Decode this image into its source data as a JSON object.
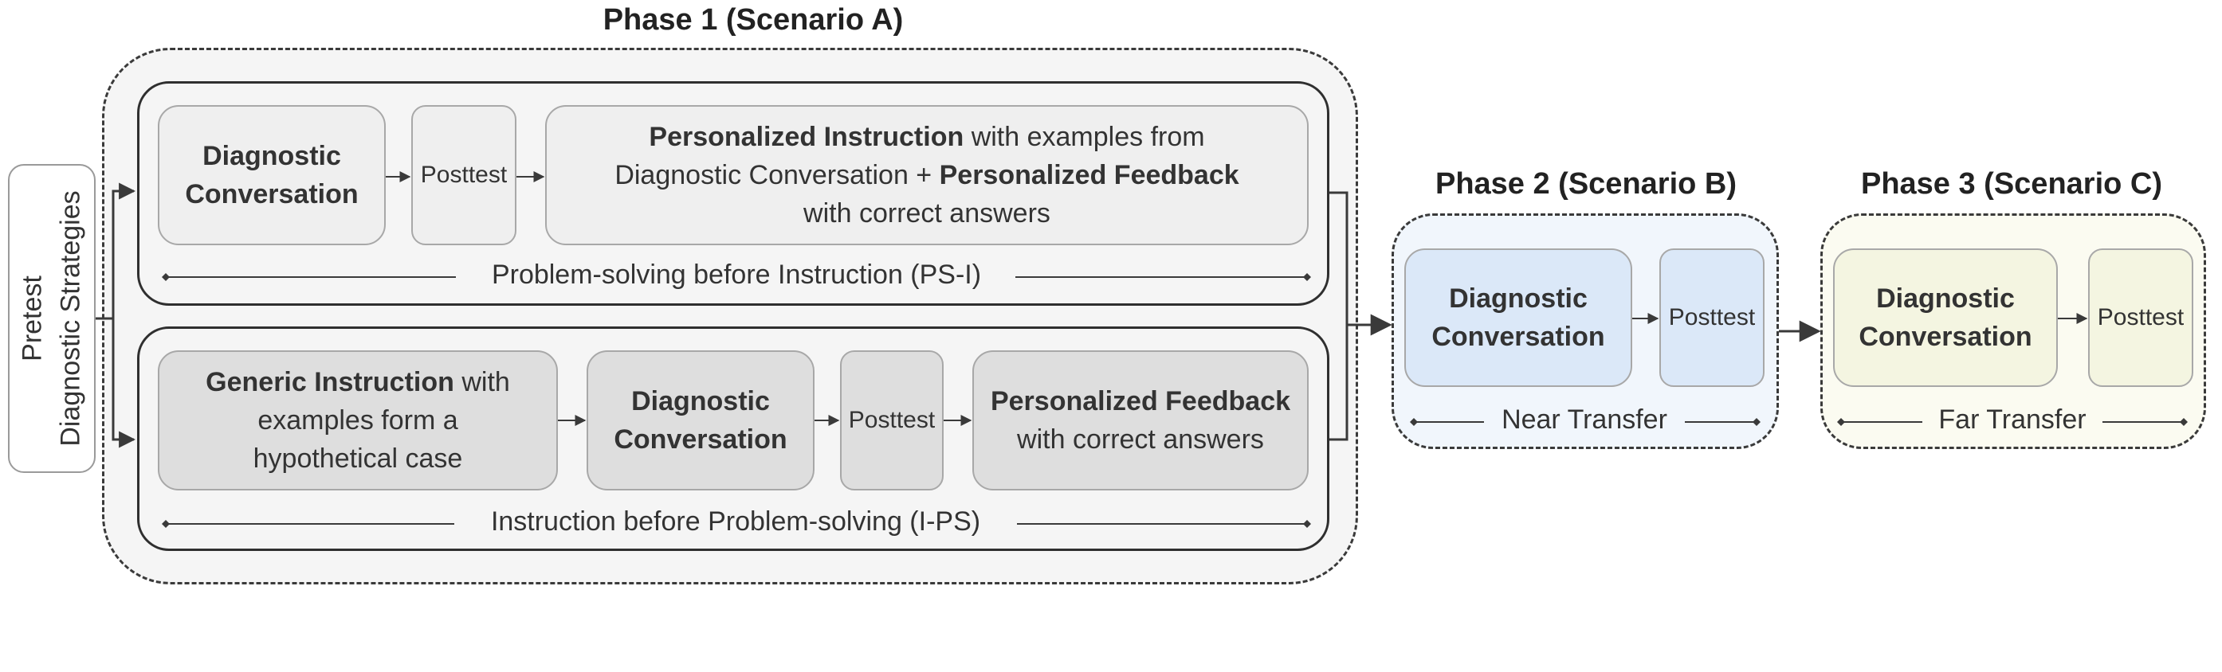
{
  "pretest": {
    "line1": "Pretest",
    "line2": "Diagnostic Strategies"
  },
  "phase1": {
    "title": "Phase 1 (Scenario A)",
    "psi": {
      "diag_line1": "Diagnostic",
      "diag_line2": "Conversation",
      "posttest": "Posttest",
      "instr_bold1": "Personalized Instruction",
      "instr_text1": " with examples from",
      "instr_text2": "Diagnostic Conversation + ",
      "instr_bold2": "Personalized Feedback",
      "instr_text3": "with correct answers",
      "label": "Problem-solving before Instruction (PS-I)"
    },
    "ips": {
      "generic_bold": "Generic Instruction",
      "generic_text1": " with",
      "generic_text2": "examples form a",
      "generic_text3": "hypothetical case",
      "diag_line1": "Diagnostic",
      "diag_line2": "Conversation",
      "posttest": "Posttest",
      "feedback_bold": "Personalized Feedback",
      "feedback_text": "with correct answers",
      "label": "Instruction before Problem-solving (I-PS)"
    }
  },
  "phase2": {
    "title": "Phase 2 (Scenario B)",
    "diag_line1": "Diagnostic",
    "diag_line2": "Conversation",
    "posttest": "Posttest",
    "label": "Near Transfer"
  },
  "phase3": {
    "title": "Phase 3 (Scenario C)",
    "diag_line1": "Diagnostic",
    "diag_line2": "Conversation",
    "posttest": "Posttest",
    "label": "Far Transfer"
  },
  "colors": {
    "phase1_fill": "#f5f5f5",
    "psi_box_fill": "#efefef",
    "ips_box_fill": "#dedede",
    "phase2_fill": "#f1f6fc",
    "phase2_box_fill": "#dbe8f8",
    "phase3_fill": "#fbfbf1",
    "phase3_box_fill": "#f4f5e1"
  }
}
